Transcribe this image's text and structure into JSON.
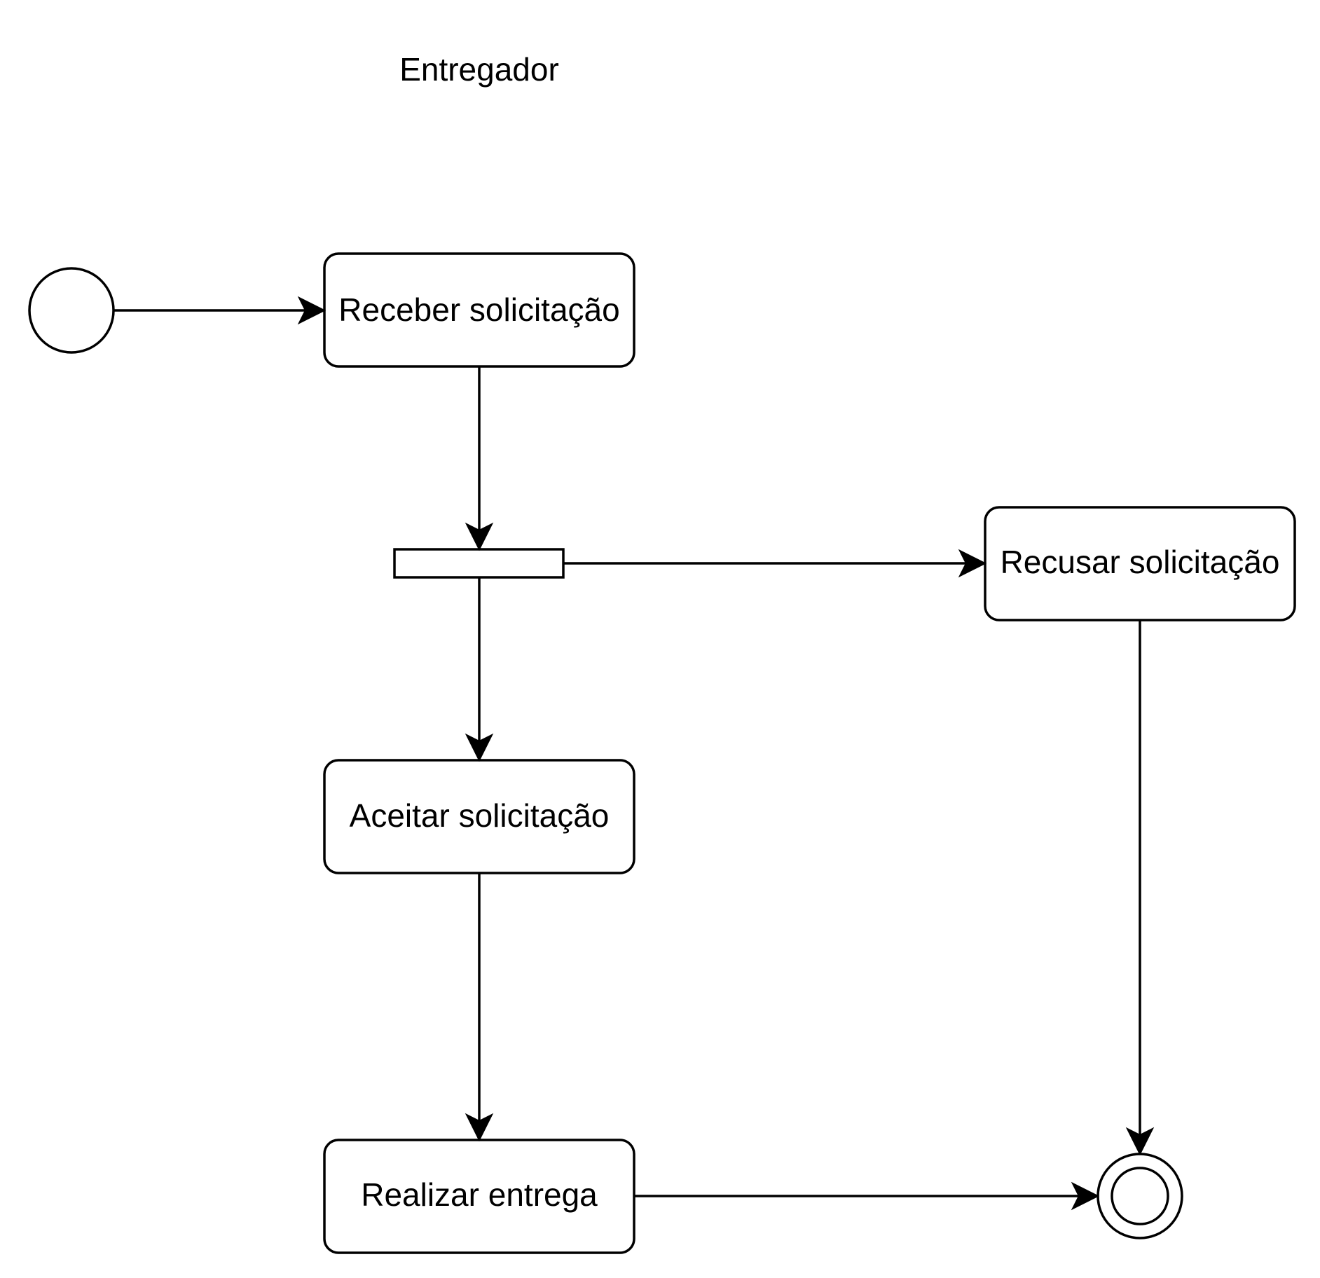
{
  "diagram": {
    "title": "Entregador",
    "activities": {
      "receber": "Receber solicitação",
      "recusar": "Recusar solicitação",
      "aceitar": "Aceitar solicitação",
      "realizar": "Realizar entrega"
    }
  }
}
